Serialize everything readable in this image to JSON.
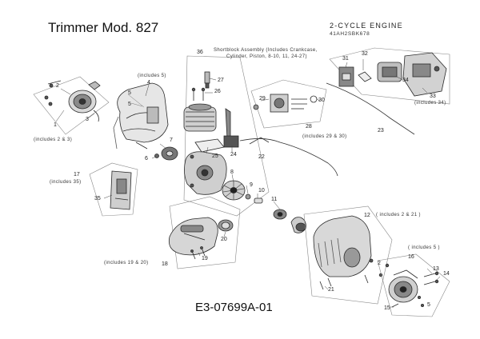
{
  "header": {
    "title": "Trimmer Mod.  827",
    "engine_title": "2-CYCLE ENGINE",
    "engine_model": "41AH2SBK678"
  },
  "footer": {
    "diagram_code": "E3-07699A-01"
  },
  "notes": {
    "shortblock_line1": "Shortblock Assembly (Includes Crankcase,",
    "shortblock_line2": "Cylinder, Piston, 8-10, 11, 24-27)",
    "part1": "(includes 2 & 3)",
    "part4": "(includes 5)",
    "part17": "(includes 35)",
    "part18": "(includes 19 & 20)",
    "part28": "(includes 29 & 30)",
    "part33": "(includes 34)",
    "part12": "( includes 2 & 21 )",
    "part16": "( includes 5 )"
  },
  "parts": {
    "p1": "1",
    "p2": "2",
    "p3": "3",
    "p4": "4",
    "p5a": "5",
    "p5b": "5",
    "p6": "6",
    "p7": "7",
    "p8": "8",
    "p9": "9",
    "p10": "10",
    "p11": "11",
    "p12": "12",
    "p13": "13",
    "p14": "14",
    "p15": "15",
    "p16": "16",
    "p17": "17",
    "p18": "18",
    "p19": "19",
    "p20": "20",
    "p21": "21",
    "p22": "22",
    "p23": "23",
    "p24": "24",
    "p25": "25",
    "p26": "26",
    "p27": "27",
    "p28": "28",
    "p29": "29",
    "p30": "30",
    "p31": "31",
    "p32": "32",
    "p33": "33",
    "p34": "34",
    "p35": "35",
    "p36": "36",
    "p2b": "2",
    "p5c": "5"
  }
}
